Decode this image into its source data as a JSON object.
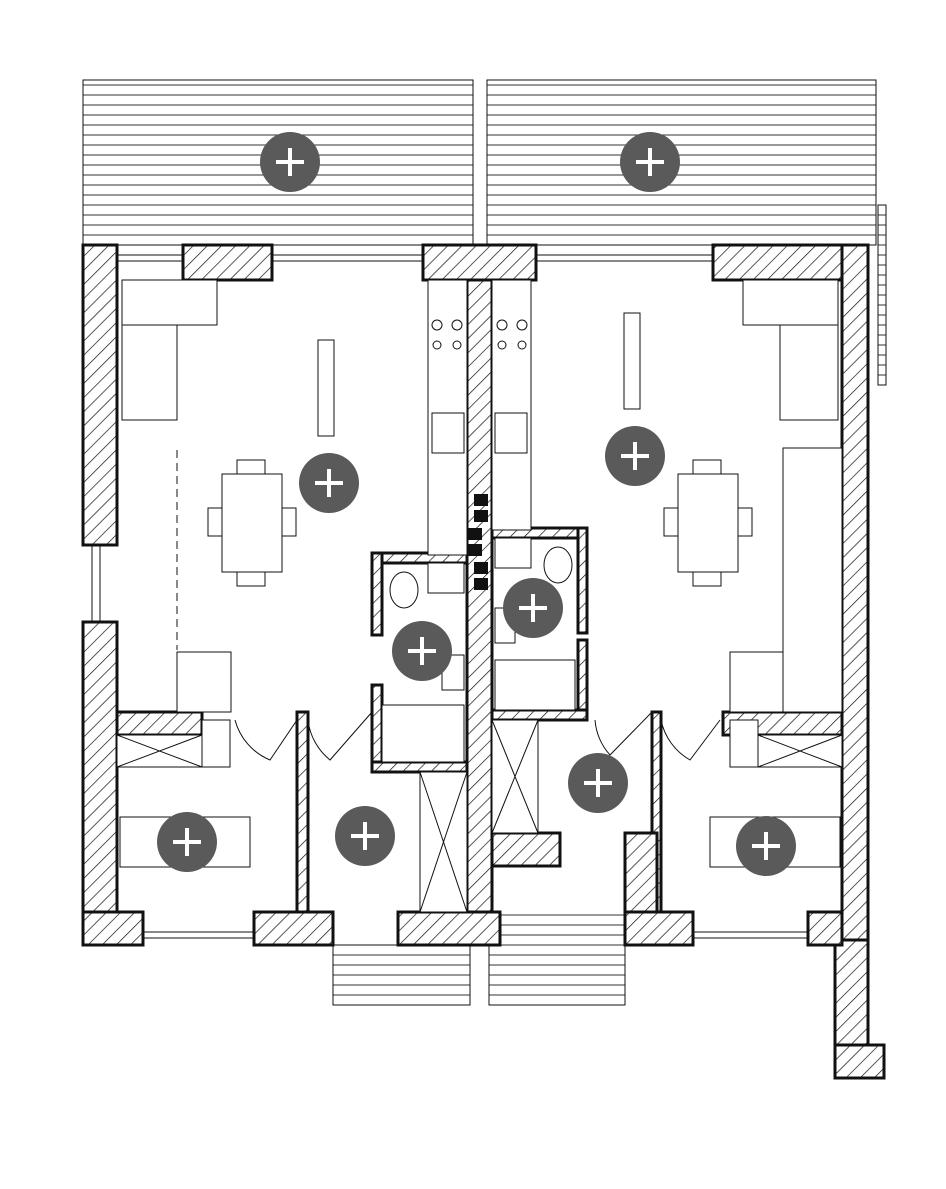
{
  "plan": {
    "colors": {
      "line": "#111111",
      "hotspot": "#5a5a5a",
      "hotspot_icon": "#ffffff",
      "background": "#ffffff"
    },
    "hotspots": [
      {
        "id": "terrace-left",
        "icon": "plus-icon"
      },
      {
        "id": "terrace-right",
        "icon": "plus-icon"
      },
      {
        "id": "living-left",
        "icon": "plus-icon"
      },
      {
        "id": "living-right",
        "icon": "plus-icon"
      },
      {
        "id": "bathroom-left",
        "icon": "plus-icon"
      },
      {
        "id": "bathroom-right",
        "icon": "plus-icon"
      },
      {
        "id": "hall-right",
        "icon": "plus-icon"
      },
      {
        "id": "bedroom-left",
        "icon": "plus-icon"
      },
      {
        "id": "hall-left",
        "icon": "plus-icon"
      },
      {
        "id": "bedroom-right",
        "icon": "plus-icon"
      }
    ]
  }
}
